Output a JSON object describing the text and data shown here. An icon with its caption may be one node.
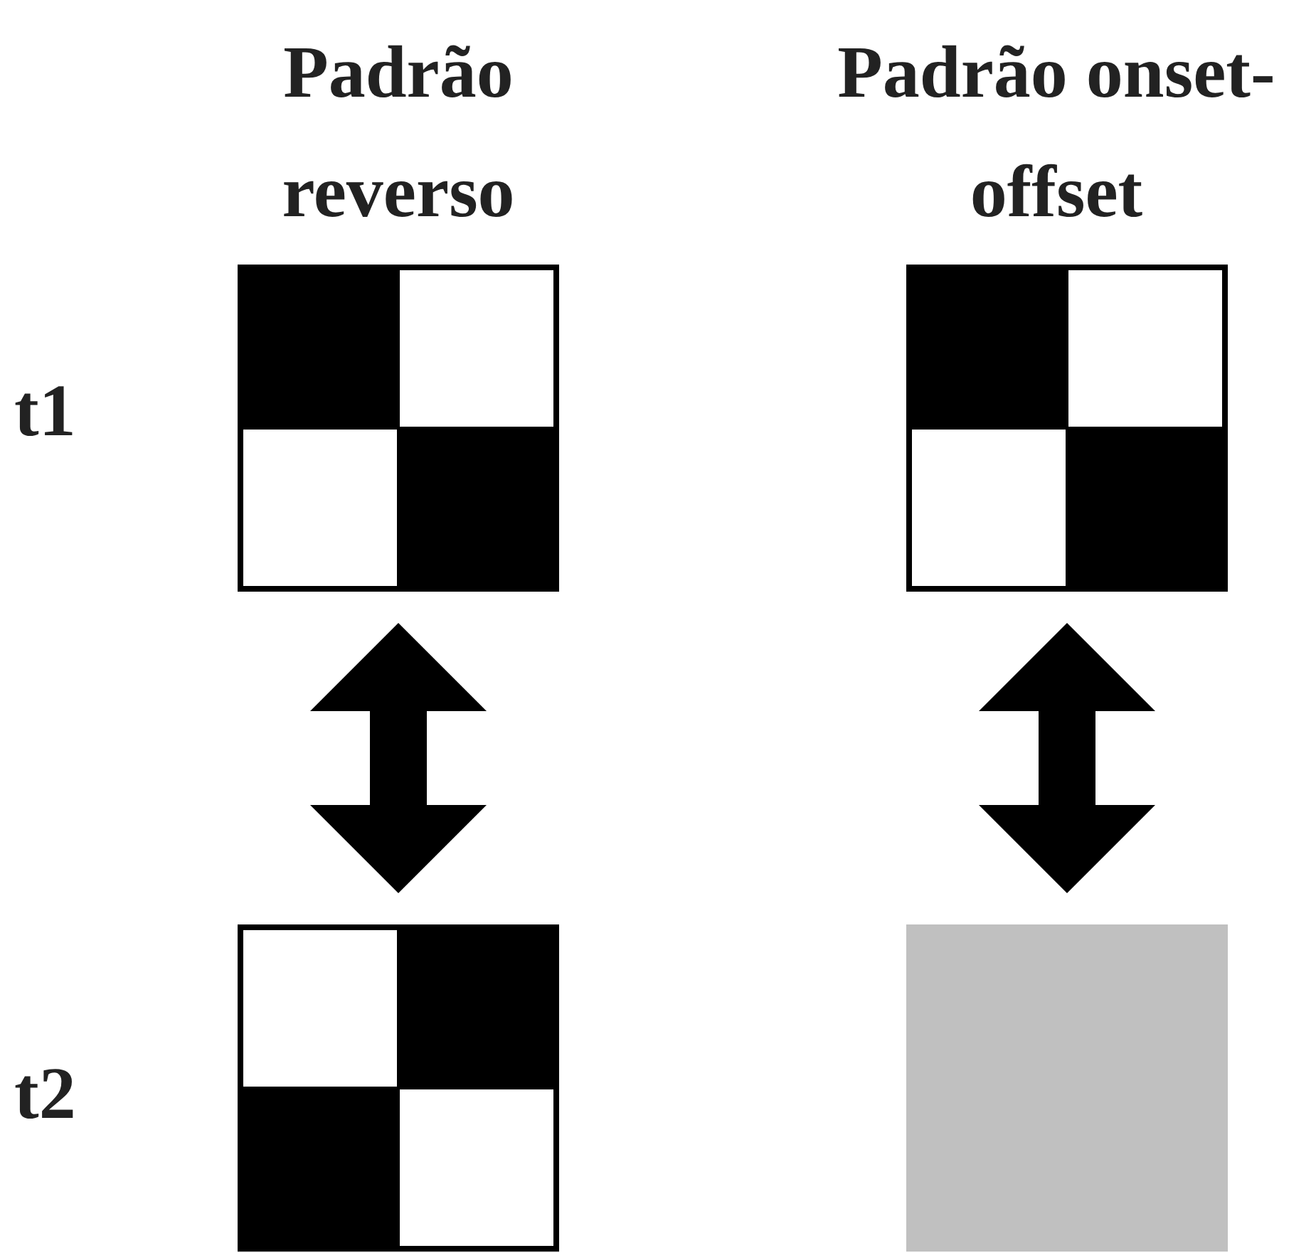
{
  "diagram": {
    "nodes": [
      {
        "text": [],
        "shape": "checkerboard"
      },
      {
        "text": [],
        "shape": "checkerboard"
      },
      {
        "text": [],
        "shape": "checkerboard"
      },
      {
        "text": [],
        "shape": "box"
      }
    ],
    "edges": [
      {
        "from": 0,
        "to": 2,
        "arrow": "both"
      },
      {
        "from": 1,
        "to": 3,
        "arrow": "both"
      }
    ],
    "labels": [
      "Padrão reverso",
      "Padrão onset-offset",
      "t1",
      "t2"
    ]
  }
}
